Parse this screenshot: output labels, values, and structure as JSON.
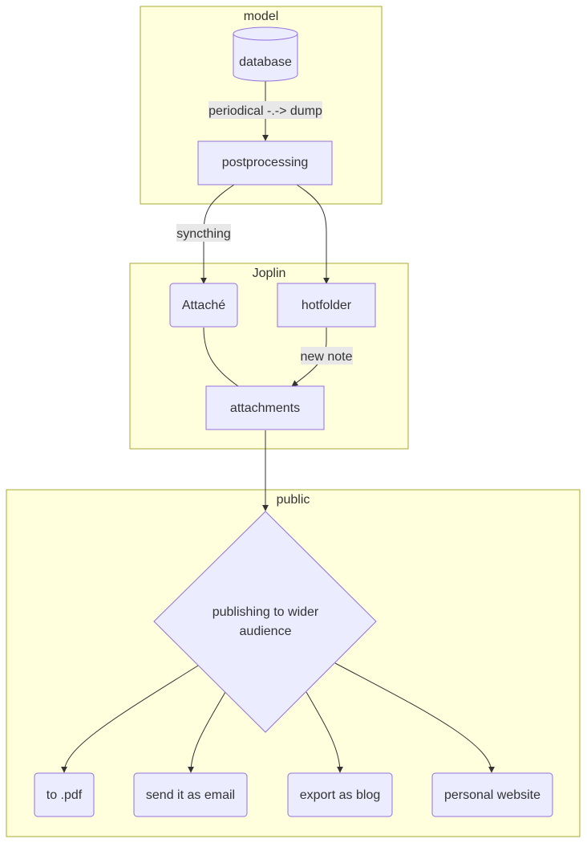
{
  "clusters": {
    "model": "model",
    "joplin": "Joplin",
    "public": "public"
  },
  "nodes": {
    "database": "database",
    "postprocessing": "postprocessing",
    "attache": "Attaché",
    "hotfolder": "hotfolder",
    "attachments": "attachments",
    "publishing_line1": "publishing to wider",
    "publishing_line2": "audience",
    "to_pdf": "to .pdf",
    "send_email": "send it as email",
    "export_blog": "export as blog",
    "personal_website": "personal website"
  },
  "edges": {
    "periodical_dump": "periodical -.-> dump",
    "syncthing": "syncthing",
    "new_note": "new note"
  },
  "colors": {
    "cluster_fill": "#ffffde",
    "cluster_stroke": "#aaaa33",
    "node_fill": "#ececff",
    "node_stroke": "#9370db",
    "edge": "#333333",
    "edge_label_bg": "#e8e8e8",
    "text": "#333333"
  }
}
